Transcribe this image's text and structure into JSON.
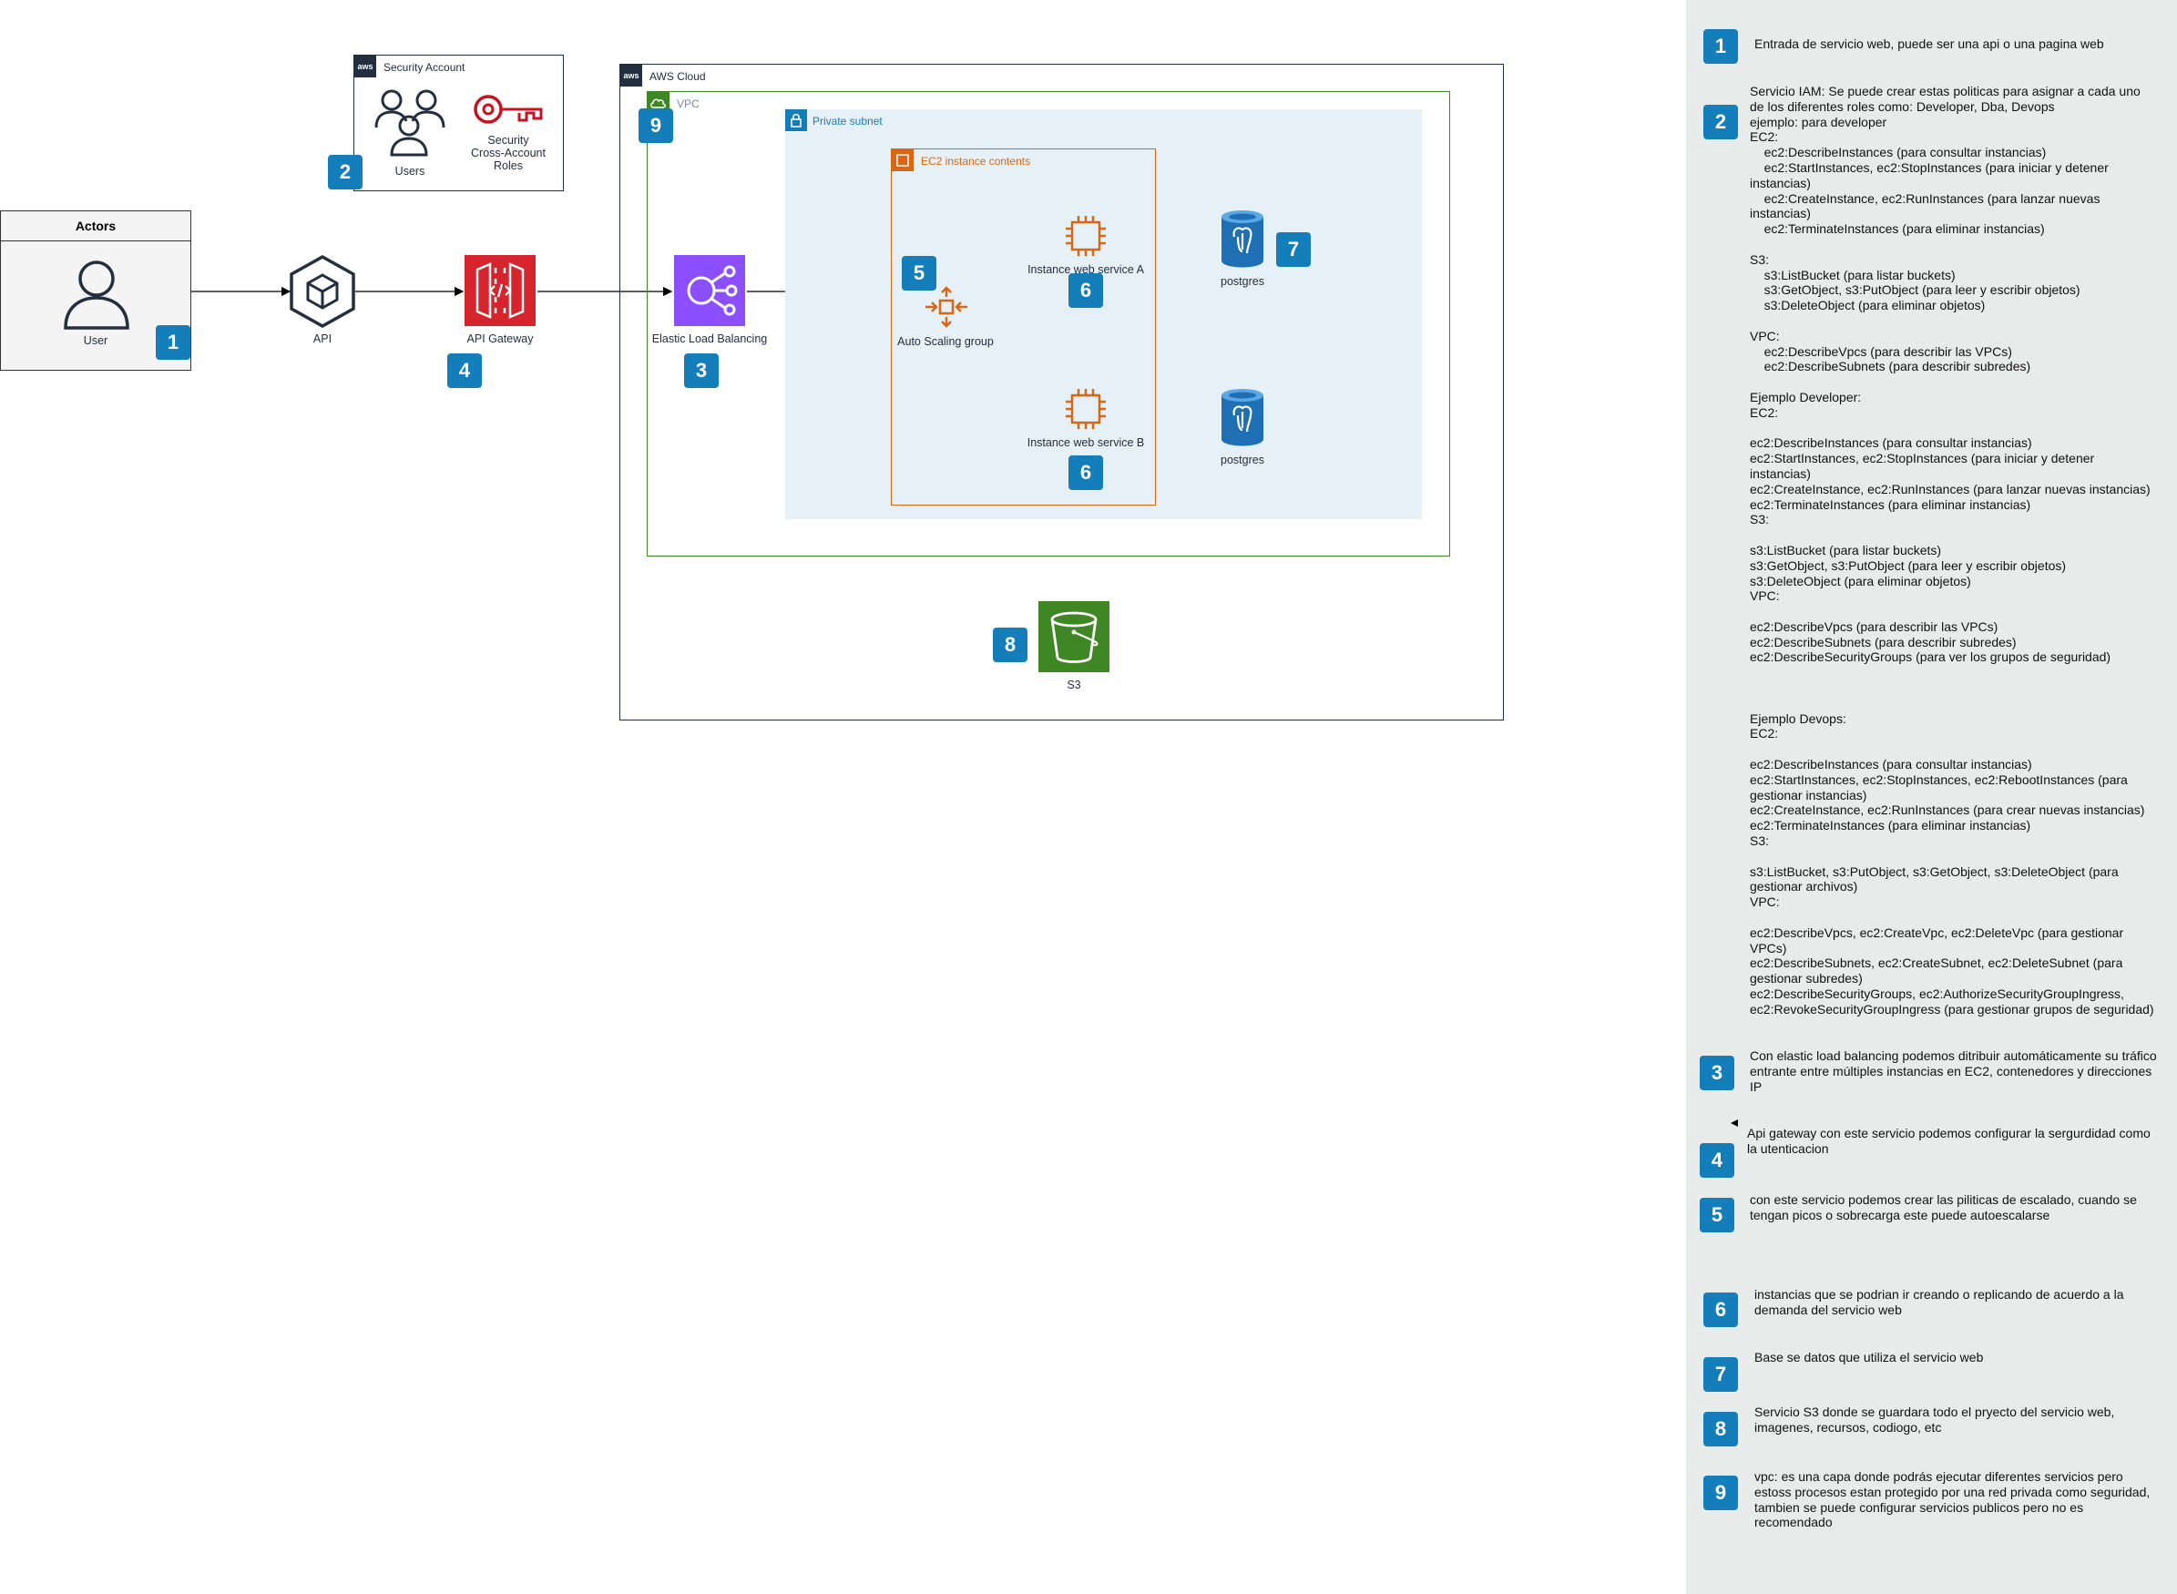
{
  "actors": {
    "title": "Actors",
    "user_label": "User"
  },
  "security_account": {
    "title": "Security Account",
    "users_label": "Users",
    "roles_label": "Security\nCross-Account\nRoles"
  },
  "api_label": "API",
  "api_gateway_label": "API Gateway",
  "aws_cloud": {
    "title": "AWS Cloud"
  },
  "vpc": {
    "title": "VPC"
  },
  "private_subnet": {
    "title": "Private subnet"
  },
  "ec2_group": {
    "title": "EC2 instance contents"
  },
  "elb_label": "Elastic Load Balancing",
  "asg_label": "Auto Scaling group",
  "instance_a_label": "Instance web service A",
  "instance_b_label": "Instance web service B",
  "postgres_label": "postgres",
  "s3_label": "S3",
  "badges": {
    "b1": "1",
    "b2": "2",
    "b3": "3",
    "b4": "4",
    "b5": "5",
    "b6": "6",
    "b7": "7",
    "b8": "8",
    "b9": "9"
  },
  "colors": {
    "badge": "#147eba",
    "side_panel": "#e7ebea",
    "vpc_border": "#3f8624",
    "subnet_bg": "#e6f0f7",
    "ec2_orange": "#d86613",
    "gateway_red": "#d6242d",
    "elb_purple": "#8c4fff",
    "s3_green": "#3f8624",
    "postgres_blue": "#1f6fb5",
    "key_red": "#c7131f"
  },
  "notes": {
    "n1": "Entrada de servicio web, puede ser una api o una pagina web",
    "n2": "Servicio IAM: Se puede crear estas politicas para asignar a cada uno\nde los diferentes roles como: Developer, Dba, Devops\nejemplo: para developer\nEC2:\n    ec2:DescribeInstances (para consultar instancias)\n    ec2:StartInstances, ec2:StopInstances (para iniciar y detener\ninstancias)\n    ec2:CreateInstance, ec2:RunInstances (para lanzar nuevas\ninstancias)\n    ec2:TerminateInstances (para eliminar instancias)\n\nS3:\n    s3:ListBucket (para listar buckets)\n    s3:GetObject, s3:PutObject (para leer y escribir objetos)\n    s3:DeleteObject (para eliminar objetos)\n\nVPC:\n    ec2:DescribeVpcs (para describir las VPCs)\n    ec2:DescribeSubnets (para describir subredes)\n\nEjemplo Developer:\nEC2:\n\nec2:DescribeInstances (para consultar instancias)\nec2:StartInstances, ec2:StopInstances (para iniciar y detener\ninstancias)\nec2:CreateInstance, ec2:RunInstances (para lanzar nuevas instancias)\nec2:TerminateInstances (para eliminar instancias)\nS3:\n\ns3:ListBucket (para listar buckets)\ns3:GetObject, s3:PutObject (para leer y escribir objetos)\ns3:DeleteObject (para eliminar objetos)\nVPC:\n\nec2:DescribeVpcs (para describir las VPCs)\nec2:DescribeSubnets (para describir subredes)\nec2:DescribeSecurityGroups (para ver los grupos de seguridad)\n\n\n\nEjemplo Devops:\nEC2:\n\nec2:DescribeInstances (para consultar instancias)\nec2:StartInstances, ec2:StopInstances, ec2:RebootInstances (para\ngestionar instancias)\nec2:CreateInstance, ec2:RunInstances (para crear nuevas instancias)\nec2:TerminateInstances (para eliminar instancias)\nS3:\n\ns3:ListBucket, s3:PutObject, s3:GetObject, s3:DeleteObject (para\ngestionar archivos)\nVPC:\n\nec2:DescribeVpcs, ec2:CreateVpc, ec2:DeleteVpc (para gestionar\nVPCs)\nec2:DescribeSubnets, ec2:CreateSubnet, ec2:DeleteSubnet (para\ngestionar subredes)\nec2:DescribeSecurityGroups, ec2:AuthorizeSecurityGroupIngress,\nec2:RevokeSecurityGroupIngress (para gestionar grupos de seguridad)",
    "n3": "Con elastic load balancing podemos ditribuir automáticamente su tráfico\nentrante entre múltiples instancias en EC2, contenedores y direcciones\nIP",
    "n4": "Api gateway con este servicio podemos configurar la sergurdidad como\nla utenticacion",
    "n5": "con este servicio podemos crear las piliticas de escalado, cuando se\ntengan picos o sobrecarga este puede autoescalarse",
    "n6": "instancias que se podrian ir creando o replicando de acuerdo a la\ndemanda del servicio web",
    "n7": "Base se datos que utiliza el servicio web",
    "n8": "Servicio S3 donde se guardara todo el pryecto del servicio web,\nimagenes, recursos, codiogo, etc",
    "n9": "vpc: es una capa donde podrás ejecutar diferentes servicios pero\nestoss procesos estan protegido por una red privada como seguridad,\ntambien se puede configurar servicios publicos pero no es\nrecomendado"
  }
}
